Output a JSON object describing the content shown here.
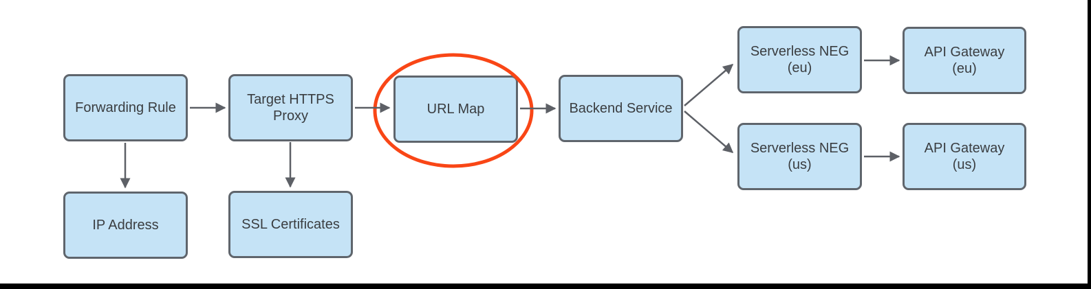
{
  "diagram": {
    "colors": {
      "node_fill": "#c5e3f6",
      "node_border": "#5f656c",
      "arrow": "#5d6066",
      "text": "#3a3d40",
      "highlight": "#f94616",
      "frame": "#000000",
      "background": "#ffffff"
    },
    "nodes": {
      "forwarding_rule": {
        "label": "Forwarding Rule",
        "lines": [
          "Forwarding Rule"
        ]
      },
      "target_https_proxy": {
        "label": "Target HTTPS Proxy",
        "lines": [
          "Target HTTPS",
          "Proxy"
        ]
      },
      "url_map": {
        "label": "URL Map",
        "lines": [
          "URL Map"
        ],
        "highlighted": true
      },
      "backend_service": {
        "label": "Backend Service",
        "lines": [
          "Backend Service"
        ]
      },
      "serverless_neg_eu": {
        "label": "Serverless NEG (eu)",
        "lines": [
          "Serverless NEG",
          "(eu)"
        ]
      },
      "api_gateway_eu": {
        "label": "API Gateway (eu)",
        "lines": [
          "API Gateway",
          "(eu)"
        ]
      },
      "serverless_neg_us": {
        "label": "Serverless NEG (us)",
        "lines": [
          "Serverless NEG",
          "(us)"
        ]
      },
      "api_gateway_us": {
        "label": "API Gateway (us)",
        "lines": [
          "API Gateway",
          "(us)"
        ]
      },
      "ip_address": {
        "label": "IP Address",
        "lines": [
          "IP Address"
        ]
      },
      "ssl_certificates": {
        "label": "SSL Certificates",
        "lines": [
          "SSL Certificates"
        ]
      }
    },
    "edges": [
      {
        "from": "forwarding_rule",
        "to": "target_https_proxy"
      },
      {
        "from": "target_https_proxy",
        "to": "url_map"
      },
      {
        "from": "url_map",
        "to": "backend_service"
      },
      {
        "from": "backend_service",
        "to": "serverless_neg_eu"
      },
      {
        "from": "backend_service",
        "to": "serverless_neg_us"
      },
      {
        "from": "serverless_neg_eu",
        "to": "api_gateway_eu"
      },
      {
        "from": "serverless_neg_us",
        "to": "api_gateway_us"
      },
      {
        "from": "forwarding_rule",
        "to": "ip_address"
      },
      {
        "from": "target_https_proxy",
        "to": "ssl_certificates"
      }
    ],
    "highlight": {
      "shape": "ellipse",
      "around": "url_map"
    }
  }
}
